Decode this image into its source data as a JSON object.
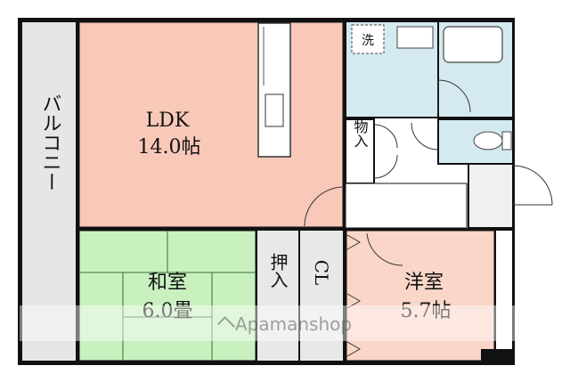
{
  "rooms": {
    "balcony": {
      "label": "バルコニー",
      "color": "#e6e6e6"
    },
    "ldk": {
      "name": "LDK",
      "size": "14.0帖",
      "color": "#f8c8b9"
    },
    "washroom": {
      "label": "洗",
      "color": "#d4eaf0"
    },
    "storage": {
      "label": "物入",
      "color": "#ffffff"
    },
    "japanese_room": {
      "name": "和室",
      "size": "6.0畳",
      "color": "#c9f1c0"
    },
    "oshiire": {
      "label": "押入"
    },
    "closet": {
      "label": "CL"
    },
    "western_room": {
      "name": "洋室",
      "size": "5.7帖",
      "color": "#fad6c8"
    }
  },
  "watermark": {
    "text": "Apamanshop",
    "logo": "house-roof-logo"
  }
}
